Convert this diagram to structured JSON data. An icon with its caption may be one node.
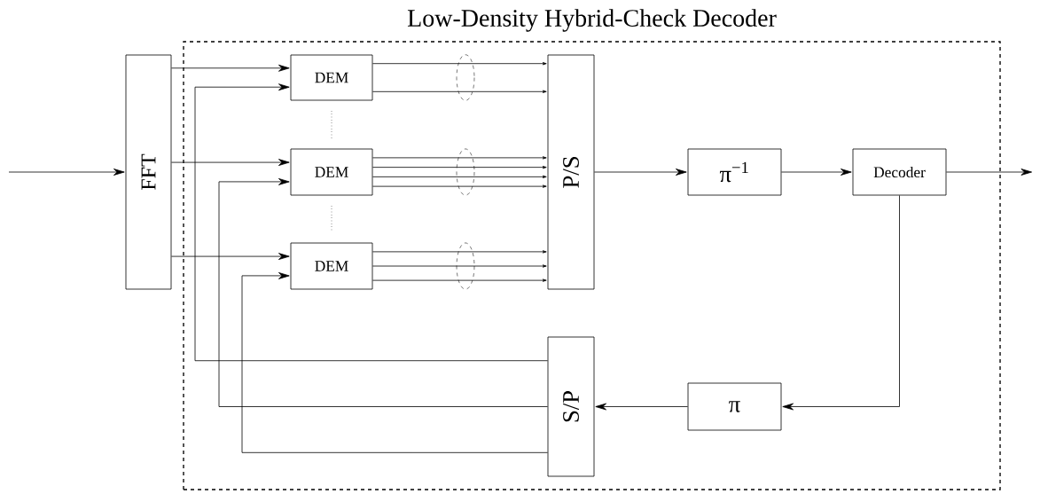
{
  "diagram": {
    "nodes": [
      {
        "text": [
          "Low-Density Hybrid-Check Decoder"
        ]
      },
      {
        "text": [
          "FFT"
        ]
      },
      {
        "text": [
          "DEM"
        ],
        "in": 0
      },
      {
        "text": [
          "DEM"
        ],
        "in": 0
      },
      {
        "text": [
          "DEM"
        ],
        "in": 0
      },
      {
        "text": [
          "P/S"
        ],
        "in": 0
      },
      {
        "text": [
          "π$^{−1}$"
        ],
        "in": 0
      },
      {
        "text": [
          "Decoder"
        ],
        "in": 0
      },
      {
        "text": [
          "S/P"
        ],
        "in": 0
      },
      {
        "text": [
          "π"
        ],
        "in": 0
      }
    ],
    "edges": [
      {
        "from": null,
        "to": 1,
        "arrow": "to"
      },
      {
        "from": 1,
        "to": 2,
        "arrow": "to"
      },
      {
        "from": 1,
        "to": 3,
        "arrow": "to"
      },
      {
        "from": 1,
        "to": 4,
        "arrow": "to"
      },
      {
        "from": 2,
        "to": 5,
        "arrow": "to"
      },
      {
        "from": 2,
        "to": 5,
        "arrow": "to"
      },
      {
        "from": 3,
        "to": 5,
        "arrow": "to"
      },
      {
        "from": 3,
        "to": 5,
        "arrow": "to"
      },
      {
        "from": 3,
        "to": 5,
        "arrow": "to"
      },
      {
        "from": 3,
        "to": 5,
        "arrow": "to"
      },
      {
        "from": 4,
        "to": 5,
        "arrow": "to"
      },
      {
        "from": 4,
        "to": 5,
        "arrow": "to"
      },
      {
        "from": 4,
        "to": 5,
        "arrow": "to"
      },
      {
        "from": 5,
        "to": 6,
        "arrow": "to"
      },
      {
        "from": 6,
        "to": 7,
        "arrow": "to"
      },
      {
        "from": 7,
        "to": null,
        "arrow": "to"
      },
      {
        "from": 7,
        "to": 9,
        "arrow": "to"
      },
      {
        "from": 9,
        "to": 8,
        "arrow": "to"
      },
      {
        "from": 8,
        "to": 2,
        "arrow": "to"
      },
      {
        "from": 8,
        "to": 3,
        "arrow": "to"
      },
      {
        "from": 8,
        "to": 4,
        "arrow": "to"
      }
    ]
  }
}
